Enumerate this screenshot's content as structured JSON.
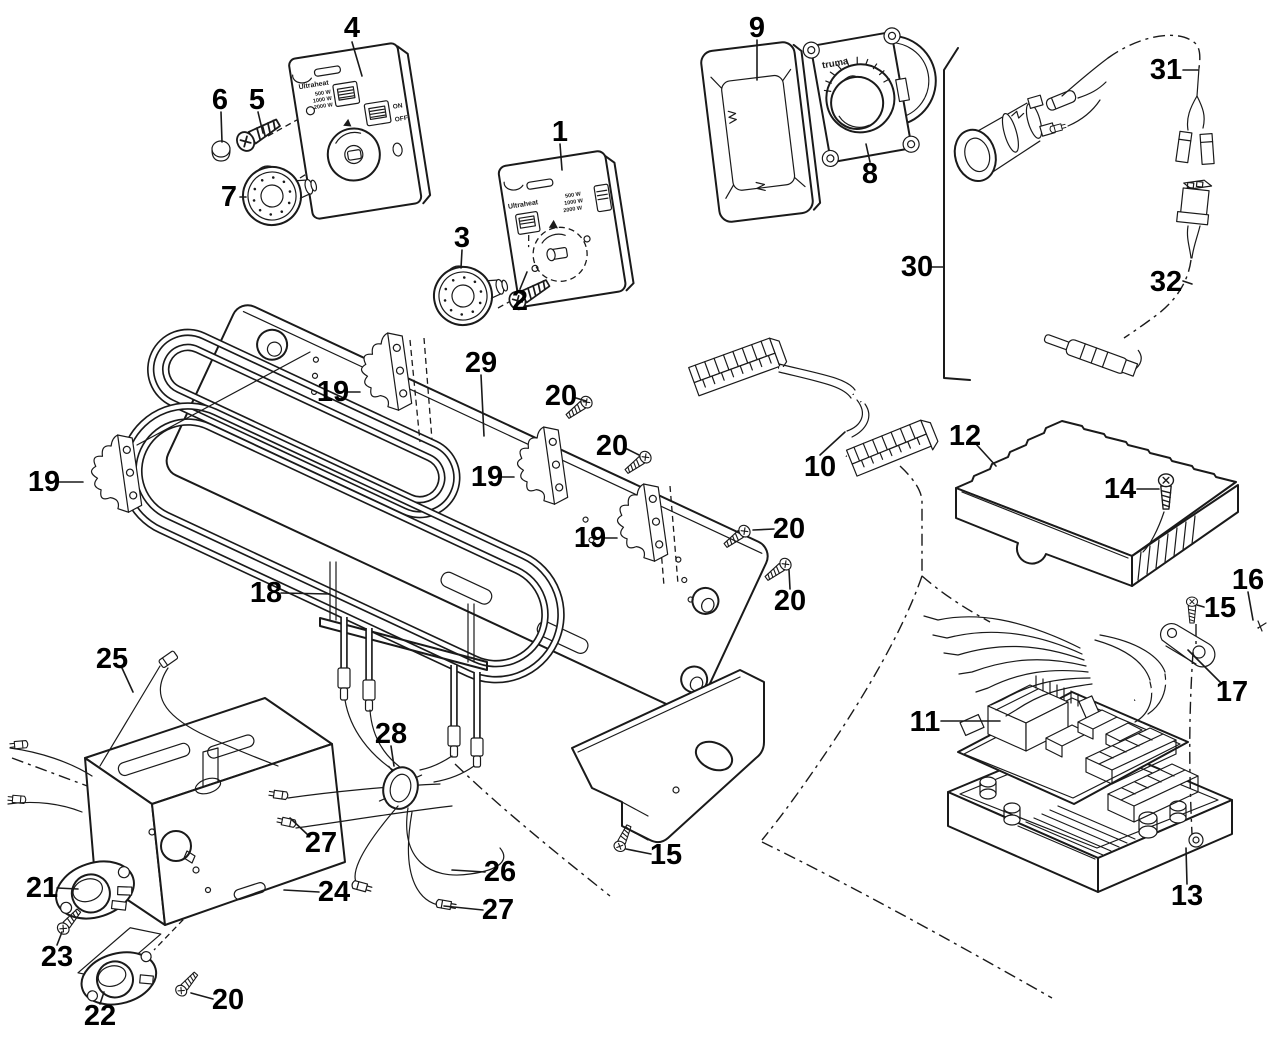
{
  "diagram": {
    "background": "#ffffff",
    "line_color": "#1a1a1a",
    "label_color": "#000000",
    "part_labels": [
      "4",
      "6",
      "5",
      "7",
      "1",
      "3",
      "2",
      "9",
      "8",
      "31",
      "30",
      "32",
      "10",
      "12",
      "14",
      "16",
      "15",
      "17",
      "11",
      "29",
      "19",
      "20",
      "20",
      "19",
      "19",
      "19",
      "20",
      "20",
      "18",
      "25",
      "28",
      "27",
      "21",
      "24",
      "26",
      "27",
      "23",
      "15",
      "22",
      "20",
      "13"
    ],
    "panel_4": {
      "brand": "Ultraheat",
      "watt_levels": [
        "500 W",
        "1000 W",
        "2000 W"
      ],
      "switch_on": "ON",
      "switch_off": "OFF"
    },
    "panel_1": {
      "brand": "Ultraheat",
      "watt_levels": [
        "500 W",
        "1000 W",
        "2000 W"
      ]
    },
    "thermostat_8": {
      "brand": "truma"
    }
  }
}
